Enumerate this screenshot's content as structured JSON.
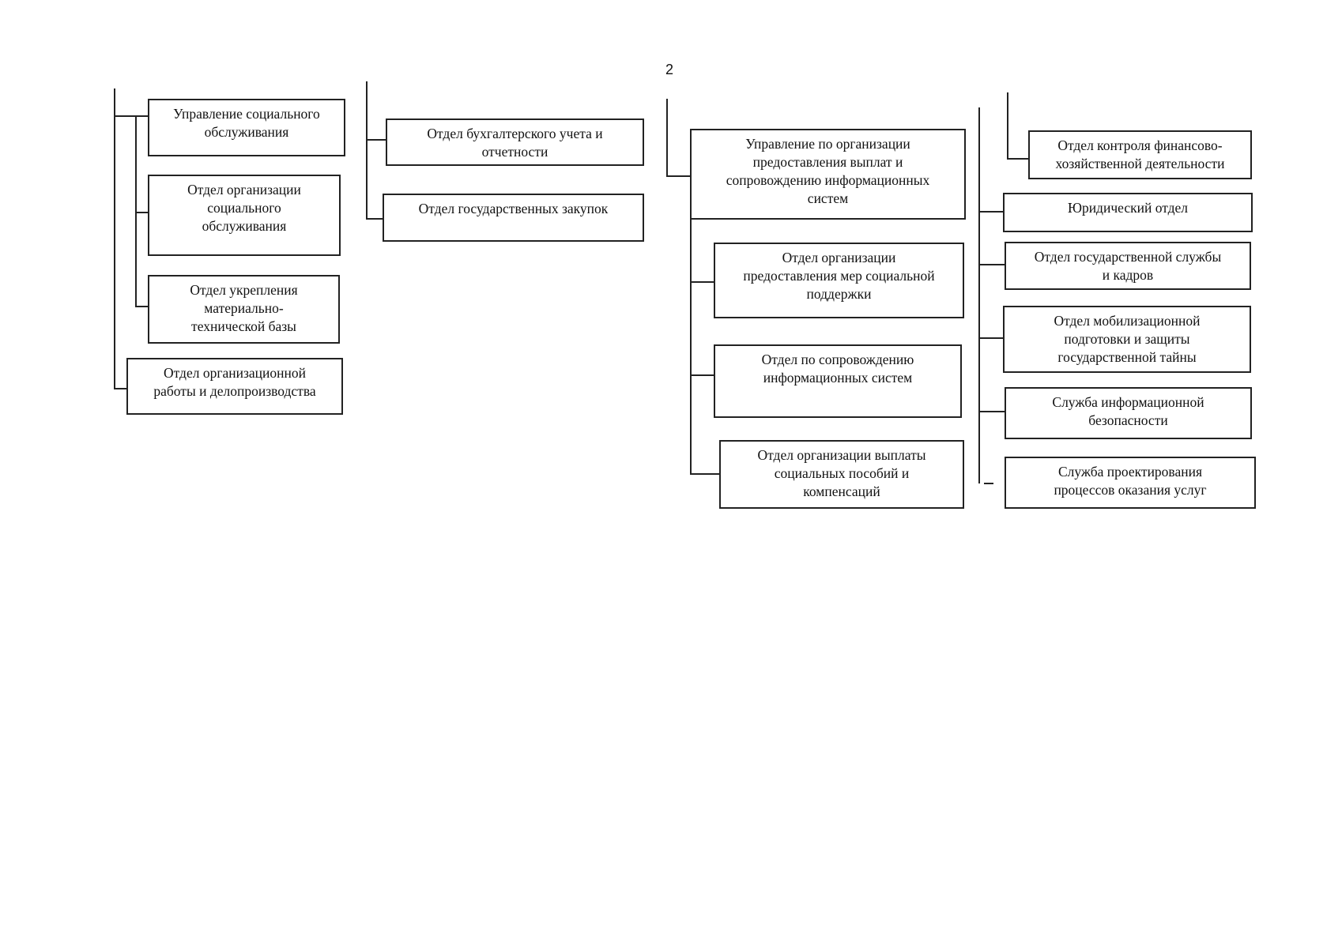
{
  "page_number": "2",
  "boxes": {
    "social_service_admin": "Управление социального\nобслуживания",
    "social_service_org_dept": "Отдел организации\nсоциального\nобслуживания",
    "material_base_dept": "Отдел укрепления\nматериально-\nтехнической базы",
    "org_work_dept": "Отдел организационной\nработы и делопроизводства",
    "accounting_dept": "Отдел бухгалтерского учета и\nотчетности",
    "procurement_dept": "Отдел государственных закупок",
    "payments_is_admin": "Управление по организации\nпредоставления выплат и\nсопровождению информационных\nсистем",
    "social_support_dept": "Отдел организации\nпредоставления мер социальной\nподдержки",
    "is_support_dept": "Отдел по сопровождению\nинформационных систем",
    "benefits_payment_dept": "Отдел организации выплаты\nсоциальных пособий и\nкомпенсаций",
    "fin_control_dept": "Отдел контроля финансово-\nхозяйственной деятельности",
    "legal_dept": "Юридический отдел",
    "civil_service_dept": "Отдел государственной службы\nи кадров",
    "mobilization_dept": "Отдел мобилизационной\nподготовки и защиты\nгосударственной тайны",
    "infosec_service": "Служба информационной\nбезопасности",
    "process_design_service": "Служба проектирования\nпроцессов оказания услуг"
  }
}
